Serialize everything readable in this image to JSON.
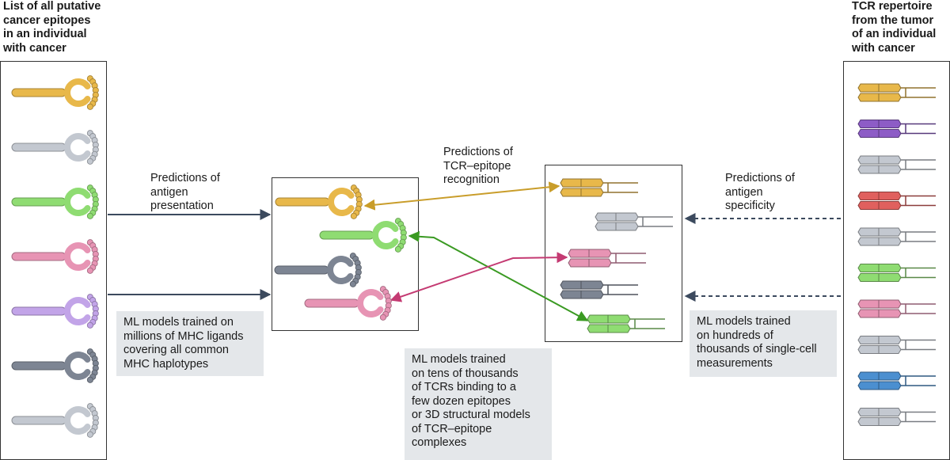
{
  "headings": {
    "left": "List of all putative\ncancer epitopes\nin an individual\nwith cancer",
    "right": "TCR repertoire\nfrom the tumor\nof an individual\nwith cancer"
  },
  "labels": {
    "antigen_presentation": "Predictions of\nantigen\npresentation",
    "tcr_epitope_recognition": "Predictions of\nTCR–epitope\nrecognition",
    "antigen_specificity": "Predictions of\nantigen\nspecificity"
  },
  "notes": {
    "mhc_models": "ML models trained on\nmillions of MHC ligands\ncovering all common\nMHC haplotypes",
    "tcr_models": "ML models trained\non tens of thousands\nof TCRs binding to a\nfew dozen epitopes\nor 3D structural models\nof TCR–epitope\ncomplexes",
    "single_cell_models": "ML models trained\non hundreds of\nthousands of single-cell\nmeasurements"
  },
  "colors": {
    "gold": "#e8b84a",
    "gray": "#c3c8d0",
    "green": "#8fdc72",
    "pink": "#e794b4",
    "lavender": "#c2a4e8",
    "slate": "#7d8593",
    "purple": "#8d5cc6",
    "red": "#e0605e",
    "blue": "#4b8fd0",
    "arrow_dark": "#3c4a5e",
    "arrow_gold": "#c99d2a",
    "arrow_green": "#3a9a22",
    "arrow_magenta": "#c43a72"
  },
  "left_epitopes": [
    "gold",
    "gray",
    "green",
    "pink",
    "lavender",
    "slate",
    "gray"
  ],
  "middle_epitopes": [
    "gold",
    "green",
    "slate",
    "pink"
  ],
  "right_tcrs": [
    "gold",
    "purple",
    "gray",
    "red",
    "gray",
    "green",
    "pink",
    "gray",
    "blue",
    "gray"
  ],
  "middle_tcrs": [
    "gold",
    "gray",
    "pink",
    "slate",
    "green"
  ]
}
